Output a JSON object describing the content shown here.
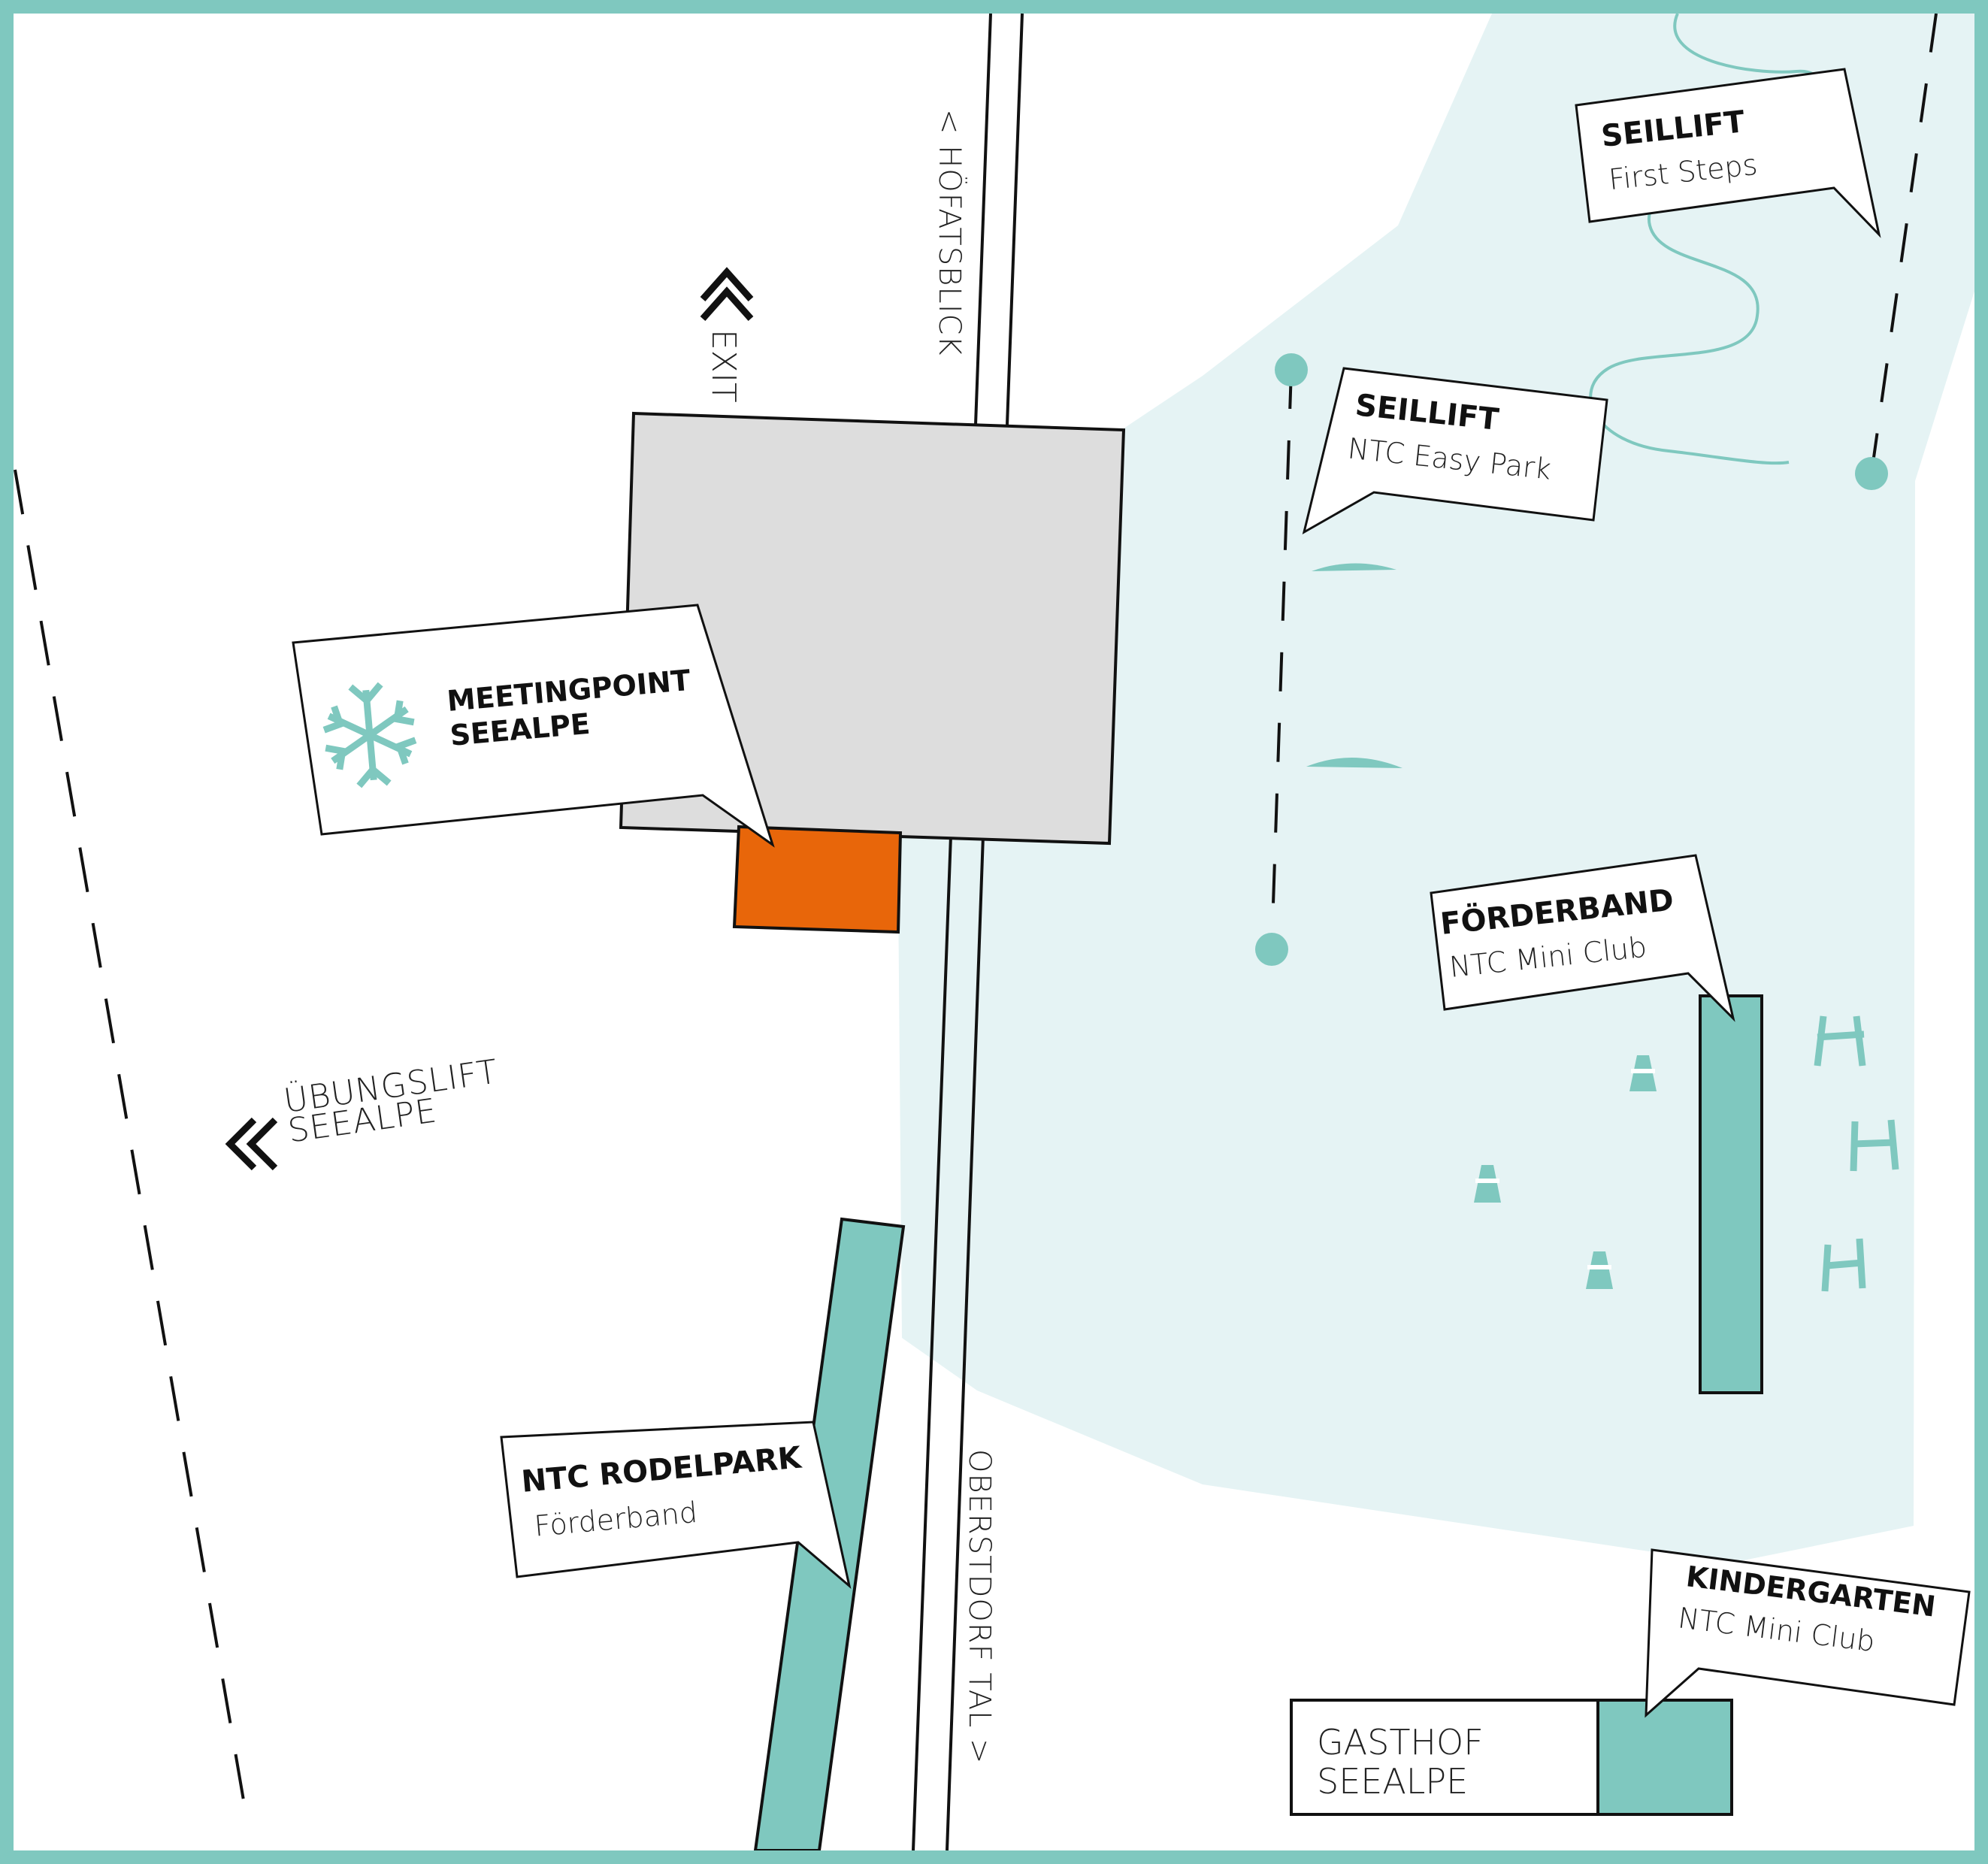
{
  "colors": {
    "border": "#7fc8bf",
    "snow_area": "#e5f3f4",
    "teal": "#7fc8bf",
    "building": "#dddddd",
    "meetingpoint": "#e8660a",
    "outline": "#111111"
  },
  "roads": {
    "north": "< HÖFATSBLICK",
    "south": "OBERSTDORF TAL >"
  },
  "exit": {
    "label": "EXIT",
    "icon": "double-chevron-up-icon"
  },
  "uebungslift": {
    "line1": "ÜBUNGSLIFT",
    "line2": "SEEALPE",
    "icon": "double-chevron-left-icon"
  },
  "callouts": {
    "meetingpoint": {
      "title_line1": "MEETINGPOINT",
      "title_line2": "SEEALPE",
      "icon": "snowflake-logo-icon"
    },
    "seillift_first_steps": {
      "title": "SEILLIFT",
      "subtitle": "First Steps"
    },
    "seillift_easy_park": {
      "title": "SEILLIFT",
      "subtitle": "NTC Easy Park"
    },
    "foerderband_mini_club": {
      "title": "FÖRDERBAND",
      "subtitle": "NTC Mini Club"
    },
    "rodelpark": {
      "title": "NTC RODELPARK",
      "subtitle": "Förderband"
    },
    "kindergarten": {
      "title": "KINDERGARTEN",
      "subtitle": "NTC Mini Club"
    }
  },
  "gasthof": {
    "line1": "GASTHOF",
    "line2": "SEEALPE"
  }
}
